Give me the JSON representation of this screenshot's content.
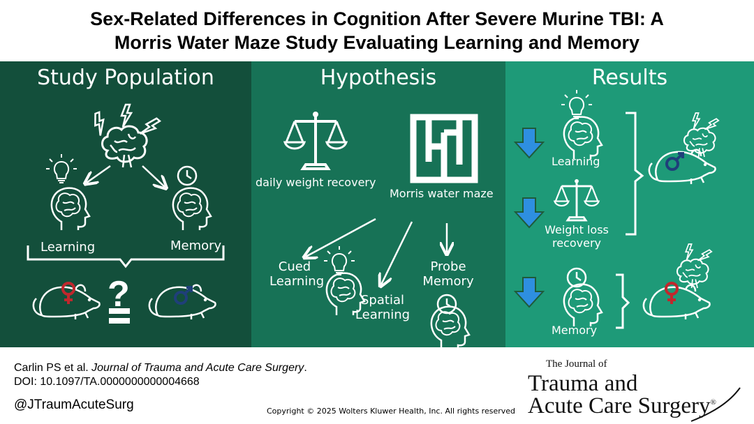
{
  "title": {
    "line1": "Sex-Related Differences in Cognition After Severe Murine TBI: A",
    "line2": "Morris Water Maze Study Evaluating Learning and Memory"
  },
  "panels": {
    "population": {
      "heading": "Study Population",
      "learning": "Learning",
      "memory": "Memory",
      "question": "?"
    },
    "hypothesis": {
      "heading": "Hypothesis",
      "weight": "daily weight recovery",
      "maze": "Morris water maze",
      "cued1": "Cued",
      "cued2": "Learning",
      "spatial1": "Spatial",
      "spatial2": "Learning",
      "probe1": "Probe",
      "probe2": "Memory"
    },
    "results": {
      "heading": "Results",
      "learning": "Learning",
      "weight1": "Weight loss",
      "weight2": "recovery",
      "memory": "Memory"
    }
  },
  "footer": {
    "cite_authors": "Carlin PS et al. ",
    "cite_journal": "Journal of Trauma and Acute Care Surgery",
    "cite_end": ".",
    "doi": "DOI: 10.1097/TA.0000000000004668",
    "handle": "@JTraumAcuteSurg",
    "copyright": "Copyright © 2025  Wolters Kluwer Health, Inc. All rights reserved"
  },
  "journal_logo": {
    "line1": "The Journal of",
    "line2": "Trauma and",
    "line3": "Acute Care Surgery",
    "mark": "®"
  },
  "colors": {
    "panel1": "#134f3b",
    "panel2": "#177256",
    "panel3": "#1e9a78",
    "down_arrow": "#2e8fe0",
    "female_symbol": "#c1272d",
    "male_symbol": "#1f3f7a"
  }
}
